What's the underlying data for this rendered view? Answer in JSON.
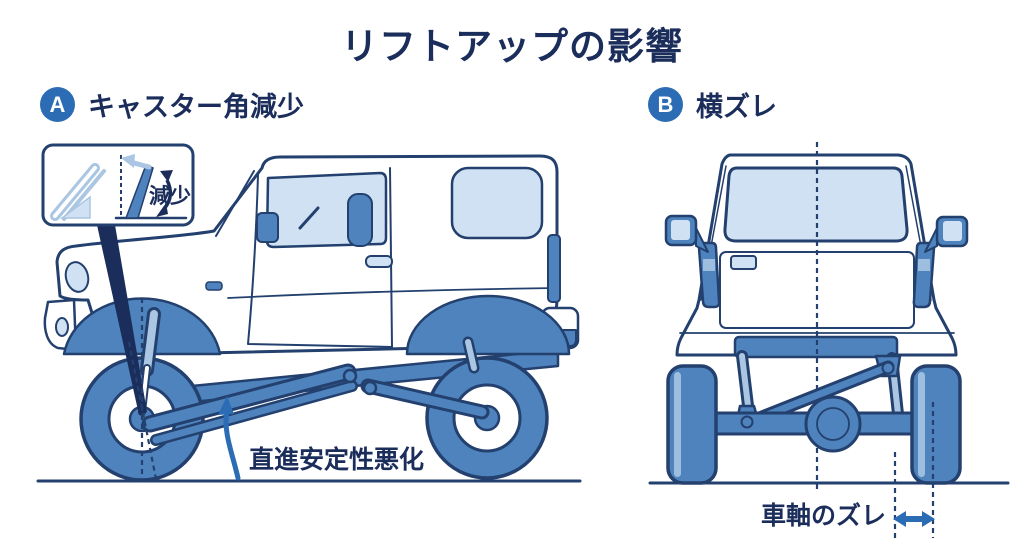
{
  "title": "リフトアップの影響",
  "colors": {
    "ink": "#1b2d5b",
    "outline": "#23406e",
    "blue-mid": "#4e83bd",
    "blue-light": "#cfe1f2",
    "blue-pale": "#aac6e2",
    "blue-stripe": "#9dbede",
    "accent": "#2b6cb5",
    "bg": "#ffffff"
  },
  "panel_a": {
    "badge": "A",
    "title": "キャスター角減少",
    "inset_caption": "減少",
    "annotation": "直進安定性悪化"
  },
  "panel_b": {
    "badge": "B",
    "title": "横ズレ",
    "annotation": "車軸のズレ"
  }
}
